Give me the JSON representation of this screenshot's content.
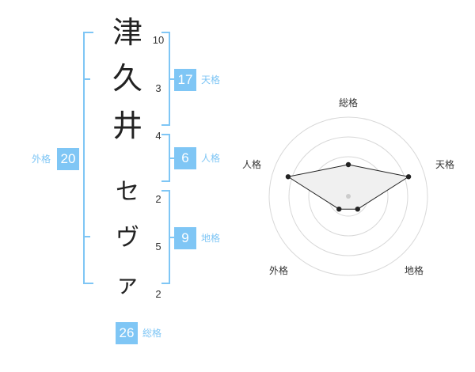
{
  "name_chars": [
    {
      "char": "津",
      "strokes": "10"
    },
    {
      "char": "久",
      "strokes": "3"
    },
    {
      "char": "井",
      "strokes": "4"
    },
    {
      "char": "セ",
      "strokes": "2"
    },
    {
      "char": "ヴ",
      "strokes": "5"
    },
    {
      "char": "ァ",
      "strokes": "2"
    }
  ],
  "kakusu": {
    "tenkaku": {
      "value": "17",
      "label": "天格"
    },
    "jinkaku": {
      "value": "6",
      "label": "人格"
    },
    "chikaku": {
      "value": "9",
      "label": "地格"
    },
    "gaikaku": {
      "value": "20",
      "label": "外格"
    },
    "soukaku": {
      "value": "26",
      "label": "総格"
    }
  },
  "colors": {
    "accent": "#7fc6f5",
    "bracket": "#7fc6f5",
    "radar_fill": "#f0f0f0",
    "radar_line": "#222222"
  },
  "chart_data": {
    "type": "radar",
    "axes": [
      "総格",
      "天格",
      "地格",
      "外格",
      "人格"
    ],
    "values": [
      2,
      4,
      1,
      1,
      4
    ],
    "scale_max": 5,
    "rings": 4
  }
}
